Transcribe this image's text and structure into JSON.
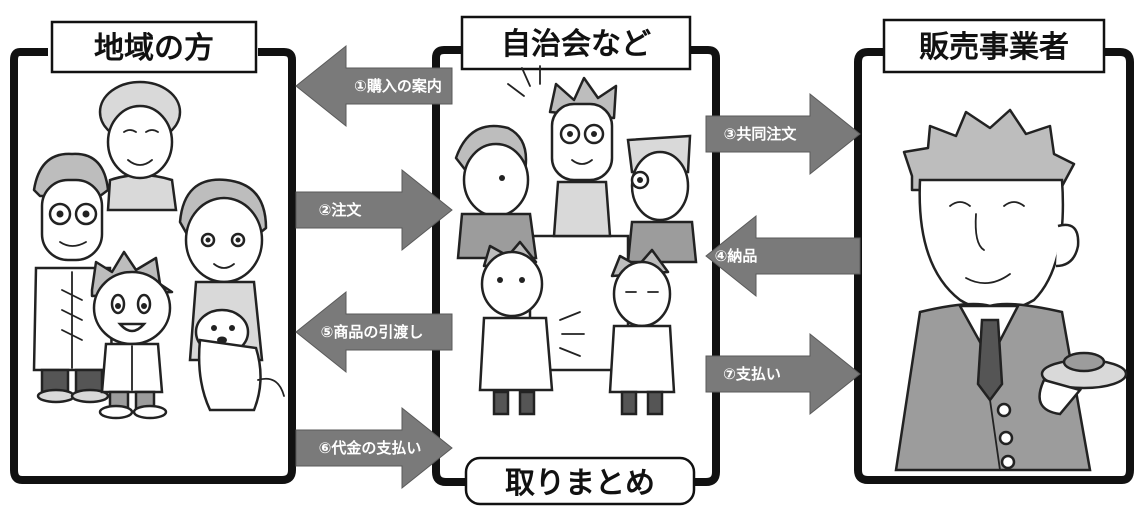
{
  "panels": {
    "residents": {
      "title": "地域の方"
    },
    "association": {
      "title": "自治会など",
      "footer": "取りまとめ"
    },
    "vendor": {
      "title": "販売事業者"
    }
  },
  "arrows": [
    {
      "label": "①購入の案内",
      "direction": "left"
    },
    {
      "label": "②注文",
      "direction": "right"
    },
    {
      "label": "③共同注文",
      "direction": "right"
    },
    {
      "label": "④納品",
      "direction": "left"
    },
    {
      "label": "⑤商品の引渡し",
      "direction": "left"
    },
    {
      "label": "⑥代金の支払い",
      "direction": "right"
    },
    {
      "label": "⑦支払い",
      "direction": "right"
    }
  ],
  "colors": {
    "arrow": "#7a7a7a",
    "frame": "#111111",
    "background": "#ffffff"
  }
}
